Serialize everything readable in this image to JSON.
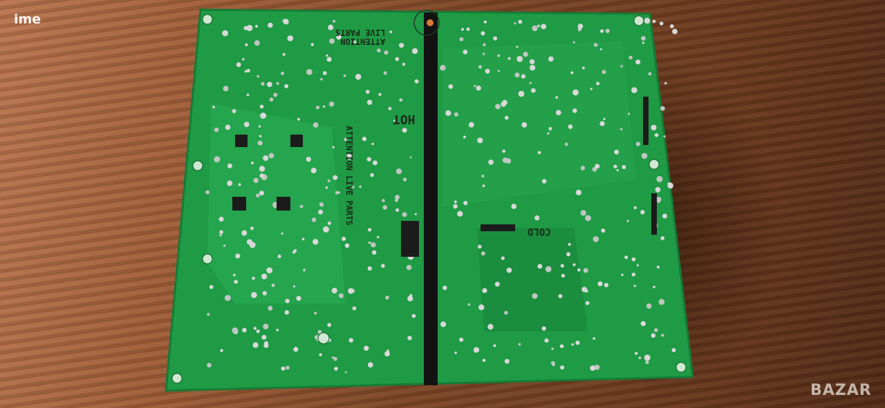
{
  "watermark_top": "ime",
  "watermark_logo": "BAZAR",
  "board": {
    "silkscreen_warning_top_line1": "ATTENTION",
    "silkscreen_warning_top_line2": "LIVE PARTS",
    "silkscreen_warning_vertical": "ATTENTION LIVE PARTS",
    "label_hot": "HOT",
    "label_cold": "COLD",
    "colors": {
      "pcb": "#1f9a45",
      "pcb_dark": "#157a35",
      "divider": "#121212",
      "solder": "#d8d8d8"
    }
  }
}
